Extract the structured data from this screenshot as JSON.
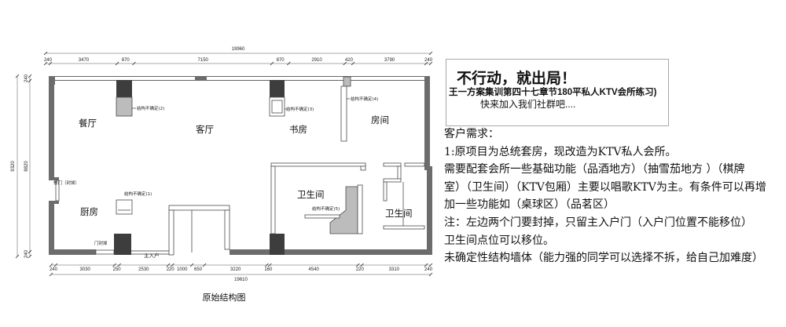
{
  "intro_box": {
    "title": "不行动，就出局！",
    "subtitle": "王一方案集训第四十七章节180平私人KTV会所练习)",
    "invite": "快来加入我们社群吧...."
  },
  "requirements": {
    "heading": "客户需求：",
    "lines": [
      "1:原项目为总统套房，现改造为KTV私人会所。",
      "需要配套会所一些基础功能（品酒地方）（抽雪茄地方 ）（棋牌",
      "室）（卫生间）（KTV包厢）主要以唱歌KTV为主。有条件可以再增",
      "加一些功能如（桌球区）（品茗区）",
      "注：左边两个门要封掉，只留主入户门（入户门位置不能移位）",
      "卫生间点位可以移位。",
      "未确定性结构墙体（能力强的同学可以选择不拆，给自己加难度）"
    ]
  },
  "floor_plan": {
    "caption": "原始结构图",
    "rooms": {
      "dining": "餐厅",
      "living": "客厅",
      "study": "书房",
      "bedroom": "房间",
      "bathroom_left": "卫生间",
      "bathroom_right": "卫生间",
      "kitchen": "厨房"
    },
    "notes": {
      "uncertain_1": "结构不确定(1)",
      "uncertain_2": "结构不确定(2)",
      "uncertain_3": "结构不确定(3)",
      "uncertain_4": "结构不确定(4)",
      "uncertain_5": "结构不确定(5)",
      "sealed_dining_door": "餐门（封掉）",
      "sealed_door": "门封掉",
      "main_entry": "主入户"
    },
    "dimensions": {
      "top_total": "19960",
      "top": [
        "240",
        "3470",
        "870",
        "7150",
        "870",
        "2910",
        "420",
        "3790",
        "240"
      ],
      "left_total": "9320",
      "left": [
        "240",
        "8820",
        "240"
      ],
      "bottom": [
        "240",
        "3030",
        "250",
        "2530",
        "220",
        "1000",
        "650",
        "3220",
        "160",
        "4540",
        "220",
        "3310",
        "240"
      ],
      "bottom_total": "19610"
    }
  }
}
